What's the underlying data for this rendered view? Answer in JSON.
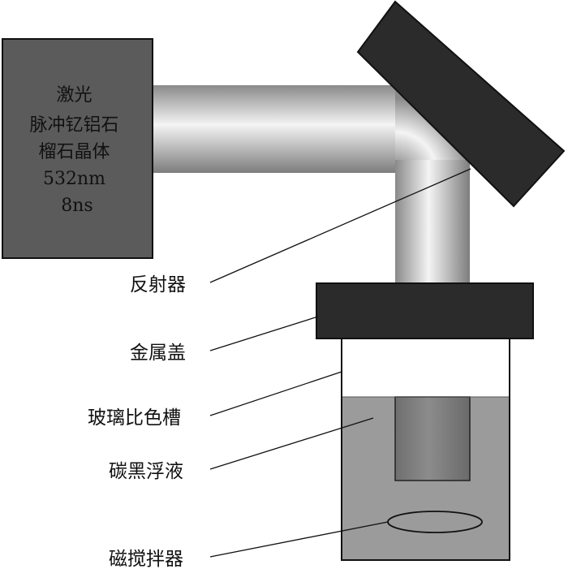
{
  "laser": {
    "lines": [
      "激光",
      "脉冲钇铝石",
      "榴石晶体",
      "532nm",
      "8ns"
    ]
  },
  "labels": {
    "reflector": "反射器",
    "metal_lid": "金属盖",
    "cuvette": "玻璃比色槽",
    "suspension": "碳黑浮液",
    "stirrer": "磁搅拌器"
  },
  "colors": {
    "laser_box": "#5b5b5b",
    "reflector": "#2b2b2b",
    "lid": "#2b2b2b",
    "liquid": "#9b9b9b",
    "beam_light": "#f2f2f2",
    "beam_dark": "#8a8a8a",
    "outline": "#111111"
  }
}
